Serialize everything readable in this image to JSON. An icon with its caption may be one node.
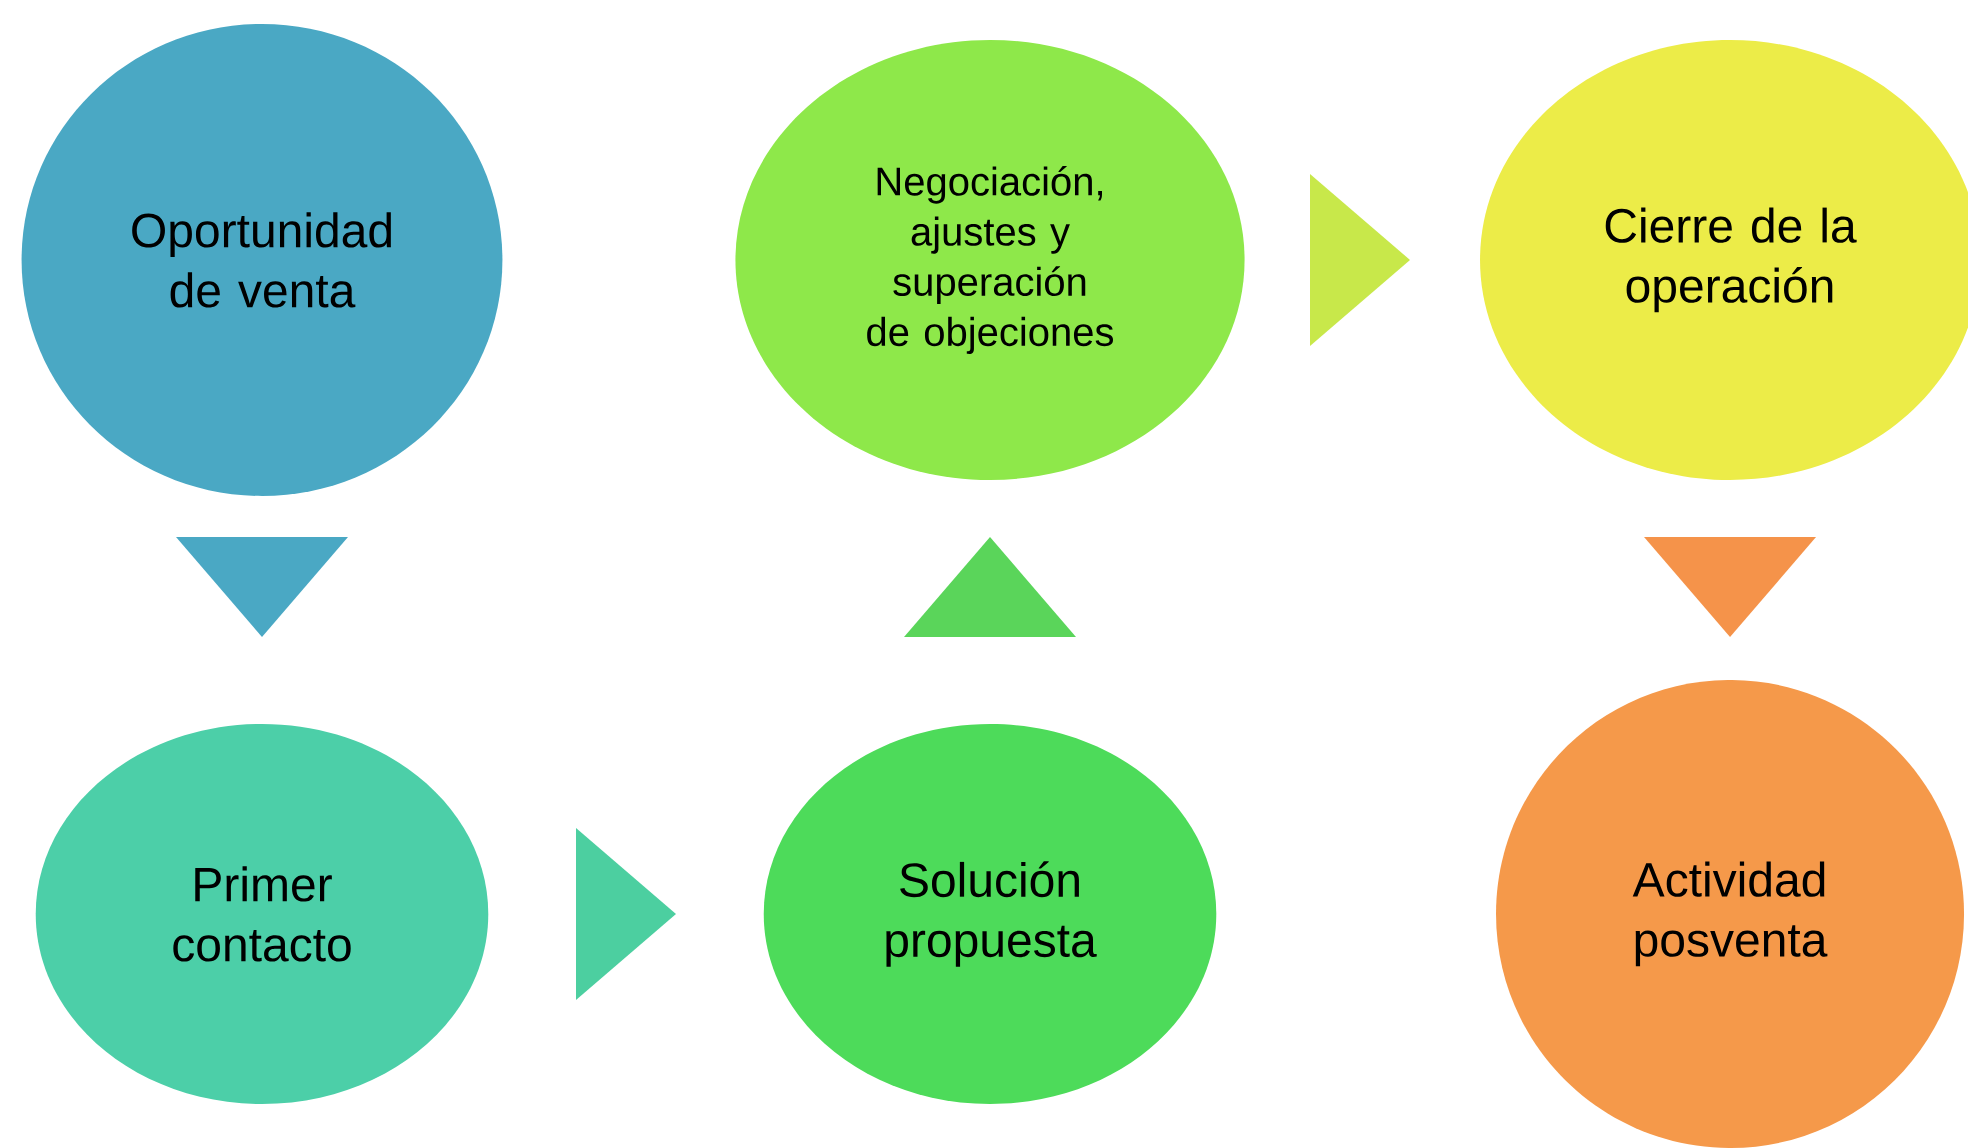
{
  "diagram": {
    "nodes": [
      {
        "text": [
          "Oportunidad de venta"
        ]
      },
      {
        "text": [
          "Primer contacto"
        ]
      },
      {
        "text": [
          "Solución propuesta"
        ]
      },
      {
        "text": [
          "Negociación, ajustes y superación de objeciones"
        ]
      },
      {
        "text": [
          "Cierre de la operación"
        ]
      },
      {
        "text": [
          "Actividad posventa"
        ]
      }
    ],
    "edges": [
      {
        "from": 0,
        "to": 1,
        "arrow": "to",
        "color": "#4aa8c4"
      },
      {
        "from": 1,
        "to": 2,
        "arrow": "to",
        "color": "#4ccfa0"
      },
      {
        "from": 2,
        "to": 3,
        "arrow": "to",
        "color": "#5ad55a"
      },
      {
        "from": 3,
        "to": 4,
        "arrow": "to",
        "color": "#c8e84a"
      },
      {
        "from": 4,
        "to": 5,
        "arrow": "to",
        "color": "#f5934a"
      }
    ]
  }
}
